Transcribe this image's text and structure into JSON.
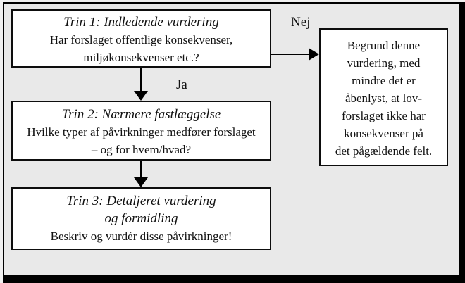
{
  "diagram": {
    "type": "flowchart",
    "language": "da",
    "colors": {
      "panel_background": "#e9e9e9",
      "box_fill": "#ffffff",
      "border": "#000000",
      "text": "#111111"
    },
    "boxes": {
      "step1": {
        "title": "Trin 1: Indledende vurdering",
        "body": [
          "Har forslaget offentlige konsekvenser,",
          "miljøkonsekvenser etc.?"
        ]
      },
      "step2": {
        "title": "Trin 2: Nærmere fastlæggelse",
        "body": [
          "Hvilke typer af påvirkninger medfører forslaget",
          "– og for hvem/hvad?"
        ]
      },
      "step3": {
        "title": [
          "Trin 3: Detaljeret vurdering",
          "og formidling"
        ],
        "body": [
          "Beskriv og vurdér disse påvirkninger!"
        ]
      },
      "no_outcome": {
        "body": [
          "Begrund denne",
          "vurdering, med",
          "mindre det er",
          "åbenlyst, at lov-",
          "forslaget ikke har",
          "konsekvenser på",
          "det pågældende felt."
        ]
      }
    },
    "edges": {
      "yes_label": "Ja",
      "no_label": "Nej"
    }
  }
}
